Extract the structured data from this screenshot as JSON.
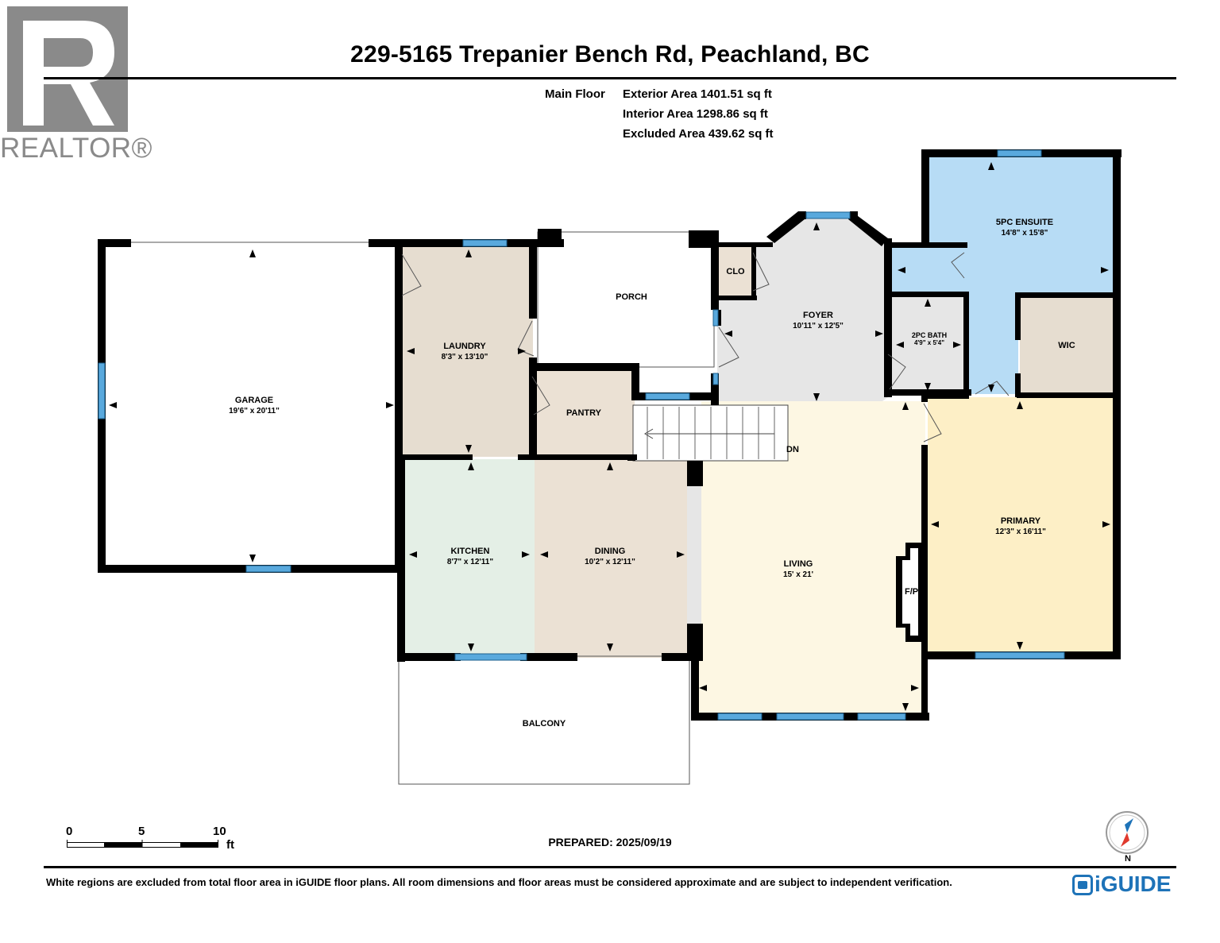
{
  "header": {
    "title": "229-5165 Trepanier Bench Rd, Peachland, BC",
    "floor": "Main Floor",
    "areas": [
      "Exterior Area 1401.51 sq ft",
      "Interior Area 1298.86 sq ft",
      "Excluded Area 439.62 sq ft"
    ]
  },
  "brand": {
    "realtor": "REALTOR®",
    "logo_letter": "R",
    "iguide": "iGUIDE"
  },
  "rooms": {
    "garage": {
      "name": "GARAGE",
      "dim": "19'6\" x 20'11\""
    },
    "laundry": {
      "name": "LAUNDRY",
      "dim": "8'3\" x 13'10\""
    },
    "porch": {
      "name": "PORCH"
    },
    "pantry": {
      "name": "PANTRY"
    },
    "clo": {
      "name": "CLO"
    },
    "foyer": {
      "name": "FOYER",
      "dim": "10'11\" x 12'5\""
    },
    "bath2": {
      "name": "2PC BATH",
      "dim": "4'9\" x 5'4\""
    },
    "ensuite": {
      "name": "5PC ENSUITE",
      "dim": "14'8\" x 15'8\""
    },
    "wic": {
      "name": "WIC"
    },
    "kitchen": {
      "name": "KITCHEN",
      "dim": "8'7\" x 12'11\""
    },
    "dining": {
      "name": "DINING",
      "dim": "10'2\" x 12'11\""
    },
    "living": {
      "name": "LIVING",
      "dim": "15' x 21'"
    },
    "primary": {
      "name": "PRIMARY",
      "dim": "12'3\" x 16'11\""
    },
    "balcony": {
      "name": "BALCONY"
    },
    "stairs": {
      "label": "DN"
    },
    "fireplace": {
      "label": "F/P"
    }
  },
  "scale": {
    "ticks": [
      "0",
      "5",
      "10"
    ],
    "unit": "ft"
  },
  "compass": {
    "label": "N"
  },
  "prepared": "PREPARED: 2025/09/19",
  "footer": "White regions are excluded from total floor area in iGUIDE floor plans. All room dimensions and floor areas must be considered approximate and are subject to independent verification.",
  "colors": {
    "laundry": "#e6ddd0",
    "kitchen": "#e4efe6",
    "dining": "#ebe1d4",
    "foyer": "#e6e6e6",
    "living": "#fdf7e3",
    "primary": "#fdefc6",
    "ensuite": "#b7dcf5",
    "wic": "#e6ddd0",
    "window": "#59a9dd",
    "wall": "#000000",
    "realtor_grey": "#8a8a8a",
    "iguide_blue": "#1e73b8"
  }
}
